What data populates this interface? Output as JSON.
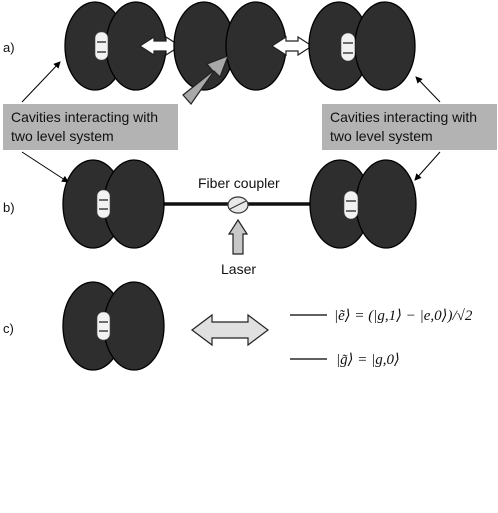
{
  "panels": {
    "a": {
      "label": "a)"
    },
    "b": {
      "label": "b)"
    },
    "c": {
      "label": "c)"
    }
  },
  "callouts": {
    "left": {
      "line1": "Cavities interacting with",
      "line2": "two level system"
    },
    "right": {
      "line1": "Cavities interacting with",
      "line2": "two level system"
    }
  },
  "fiber_coupler_label": "Fiber coupler",
  "laser_label": "Laser",
  "states": {
    "excited": "|ẽ⟩ = (|g,1⟩ − |e,0⟩)/√2",
    "ground": "|g̃⟩ = |g,0⟩"
  },
  "colors": {
    "cavity": "#2e2e2e",
    "callout_box": "#b3b3b3",
    "arrow_light_gray": "#c8c8c8",
    "arrow_white": "#ffffff",
    "arrow_gray": "#a8a8a8"
  }
}
